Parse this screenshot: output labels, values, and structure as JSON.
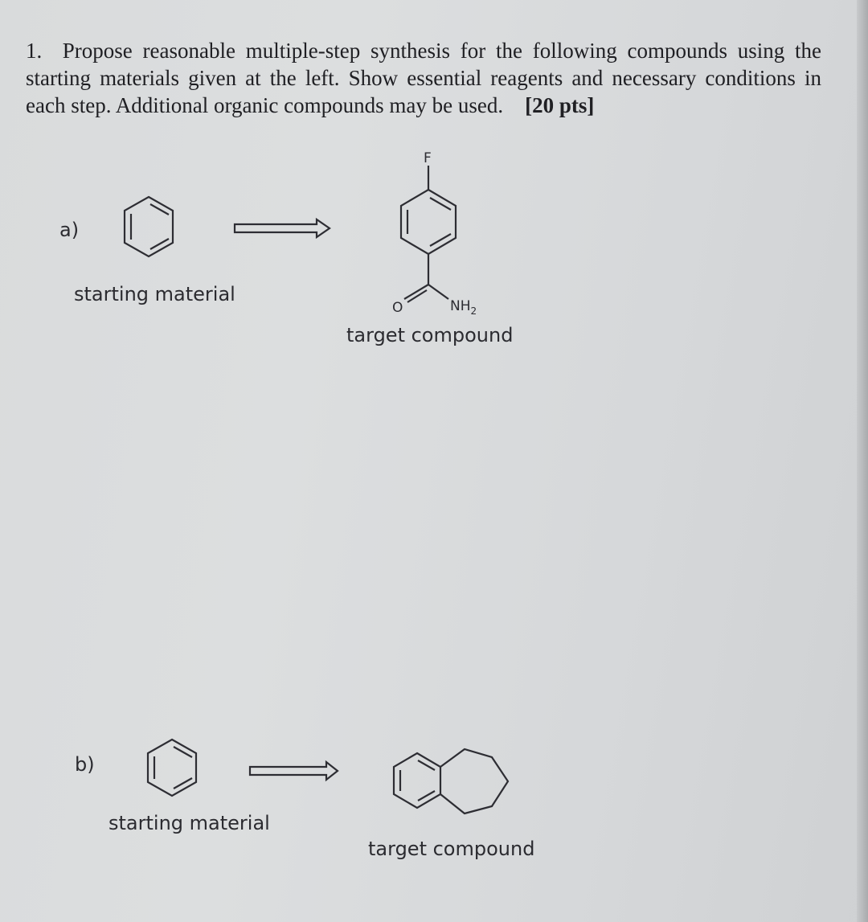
{
  "question": {
    "number": "1.",
    "text": "Propose reasonable multiple-step synthesis for the following compounds using the starting materials given at the left. Show essential reagents and necessary conditions in each step. Additional organic compounds may be used.",
    "points": "[20 pts]"
  },
  "part_a": {
    "label": "a)",
    "starting_label": "starting material",
    "target_label": "target compound",
    "atoms": {
      "fluorine": "F",
      "oxygen": "O",
      "amine": "NH",
      "amine_subscript": "2"
    }
  },
  "part_b": {
    "label": "b)",
    "starting_label": "starting material",
    "target_label": "target compound"
  }
}
